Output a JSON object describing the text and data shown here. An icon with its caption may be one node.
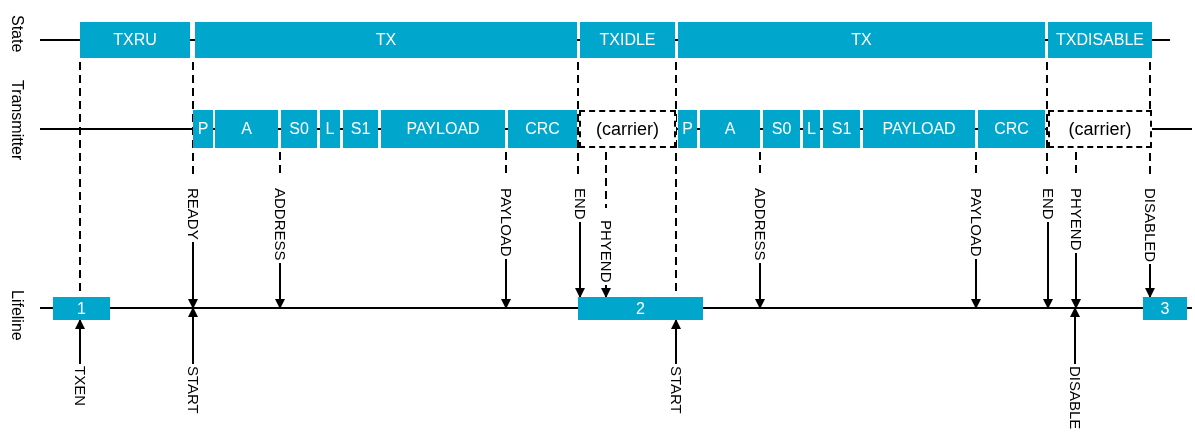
{
  "diagram": {
    "nodes": [
      {
        "text": [
          "TXRU"
        ]
      },
      {
        "text": [
          "TX"
        ]
      },
      {
        "text": [
          "TXIDLE"
        ]
      },
      {
        "text": [
          "TX"
        ]
      },
      {
        "text": [
          "TXDISABLE"
        ]
      },
      {
        "text": [
          "P"
        ]
      },
      {
        "text": [
          "A"
        ]
      },
      {
        "text": [
          "S0"
        ]
      },
      {
        "text": [
          "L"
        ]
      },
      {
        "text": [
          "S1"
        ]
      },
      {
        "text": [
          "PAYLOAD"
        ]
      },
      {
        "text": [
          "CRC"
        ]
      },
      {
        "text": [
          "(carrier)"
        ]
      },
      {
        "text": [
          "P"
        ]
      },
      {
        "text": [
          "A"
        ]
      },
      {
        "text": [
          "S0"
        ]
      },
      {
        "text": [
          "L"
        ]
      },
      {
        "text": [
          "S1"
        ]
      },
      {
        "text": [
          "PAYLOAD"
        ]
      },
      {
        "text": [
          "CRC"
        ]
      },
      {
        "text": [
          "(carrier)"
        ]
      },
      {
        "text": [
          "1"
        ]
      },
      {
        "text": [
          "2"
        ]
      },
      {
        "text": [
          "3"
        ]
      },
      {
        "text": [
          "READY"
        ]
      },
      {
        "text": [
          "ADDRESS"
        ]
      },
      {
        "text": [
          "PAYLOAD"
        ]
      },
      {
        "text": [
          "END"
        ]
      },
      {
        "text": [
          "PHYEND"
        ]
      },
      {
        "text": [
          "ADDRESS"
        ]
      },
      {
        "text": [
          "PAYLOAD"
        ]
      },
      {
        "text": [
          "END"
        ]
      },
      {
        "text": [
          "PHYEND"
        ]
      },
      {
        "text": [
          "DISABLED"
        ]
      },
      {
        "text": [
          "TXEN"
        ]
      },
      {
        "text": [
          "START"
        ]
      },
      {
        "text": [
          "START"
        ]
      },
      {
        "text": [
          "DISABLE"
        ]
      }
    ],
    "edges": [
      {
        "from": 24,
        "to": null,
        "arrow": "to"
      },
      {
        "from": 25,
        "to": null,
        "arrow": "to"
      },
      {
        "from": 26,
        "to": null,
        "arrow": "to"
      },
      {
        "from": 27,
        "to": 22,
        "arrow": "to"
      },
      {
        "from": 28,
        "to": 22,
        "arrow": "to"
      },
      {
        "from": 29,
        "to": null,
        "arrow": "to"
      },
      {
        "from": 30,
        "to": null,
        "arrow": "to"
      },
      {
        "from": 31,
        "to": null,
        "arrow": "to"
      },
      {
        "from": 32,
        "to": null,
        "arrow": "to"
      },
      {
        "from": 33,
        "to": 23,
        "arrow": "to"
      },
      {
        "from": 34,
        "to": 21,
        "arrow": "to"
      },
      {
        "from": 35,
        "to": null,
        "arrow": "to"
      },
      {
        "from": 36,
        "to": 22,
        "arrow": "to"
      },
      {
        "from": 37,
        "to": null,
        "arrow": "to"
      }
    ],
    "labels": [
      "State",
      "Transmitter",
      "Lifeline"
    ]
  }
}
